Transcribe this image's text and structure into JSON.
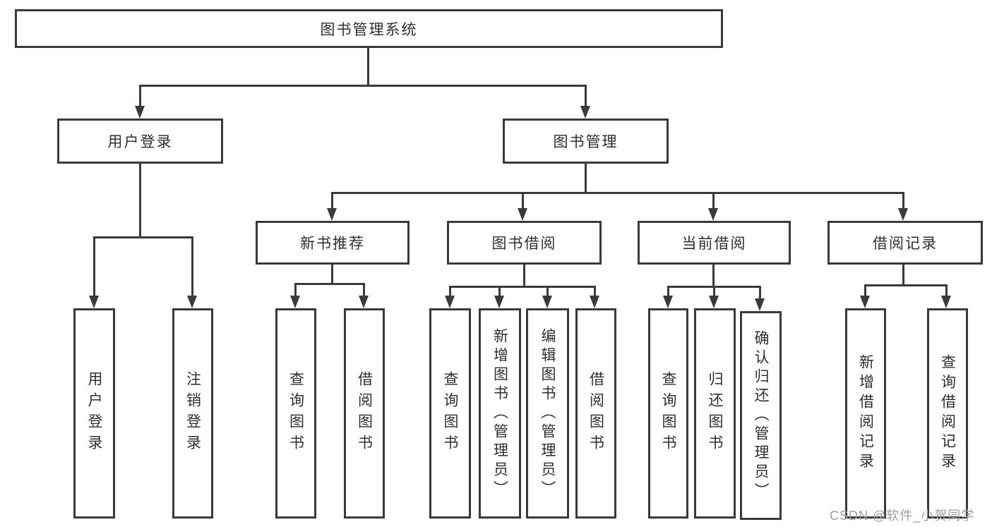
{
  "diagram": {
    "root": {
      "label": "图书管理系统"
    },
    "branches": [
      {
        "label": "用户登录",
        "children": [
          {
            "label": "用户登录"
          },
          {
            "label": "注销登录"
          }
        ]
      },
      {
        "label": "图书管理",
        "children": [
          {
            "label": "新书推荐",
            "children": [
              {
                "label": "查询图书"
              },
              {
                "label": "借阅图书"
              }
            ]
          },
          {
            "label": "图书借阅",
            "children": [
              {
                "label": "查询图书"
              },
              {
                "label": "新增图书（管理员）"
              },
              {
                "label": "编辑图书（管理员）"
              },
              {
                "label": "借阅图书"
              }
            ]
          },
          {
            "label": "当前借阅",
            "children": [
              {
                "label": "查询图书"
              },
              {
                "label": "归还图书"
              },
              {
                "label": "确认归还（管理员）"
              }
            ]
          },
          {
            "label": "借阅记录",
            "children": [
              {
                "label": "新增借阅记录"
              },
              {
                "label": "查询借阅记录"
              }
            ]
          }
        ]
      }
    ]
  },
  "watermark": {
    "text": "CSDN @软件_小贺同学"
  },
  "colors": {
    "line": "#3a3a3a",
    "text": "#2f2f2f",
    "watermark": "#9e9e9e",
    "background": "#ffffff"
  }
}
